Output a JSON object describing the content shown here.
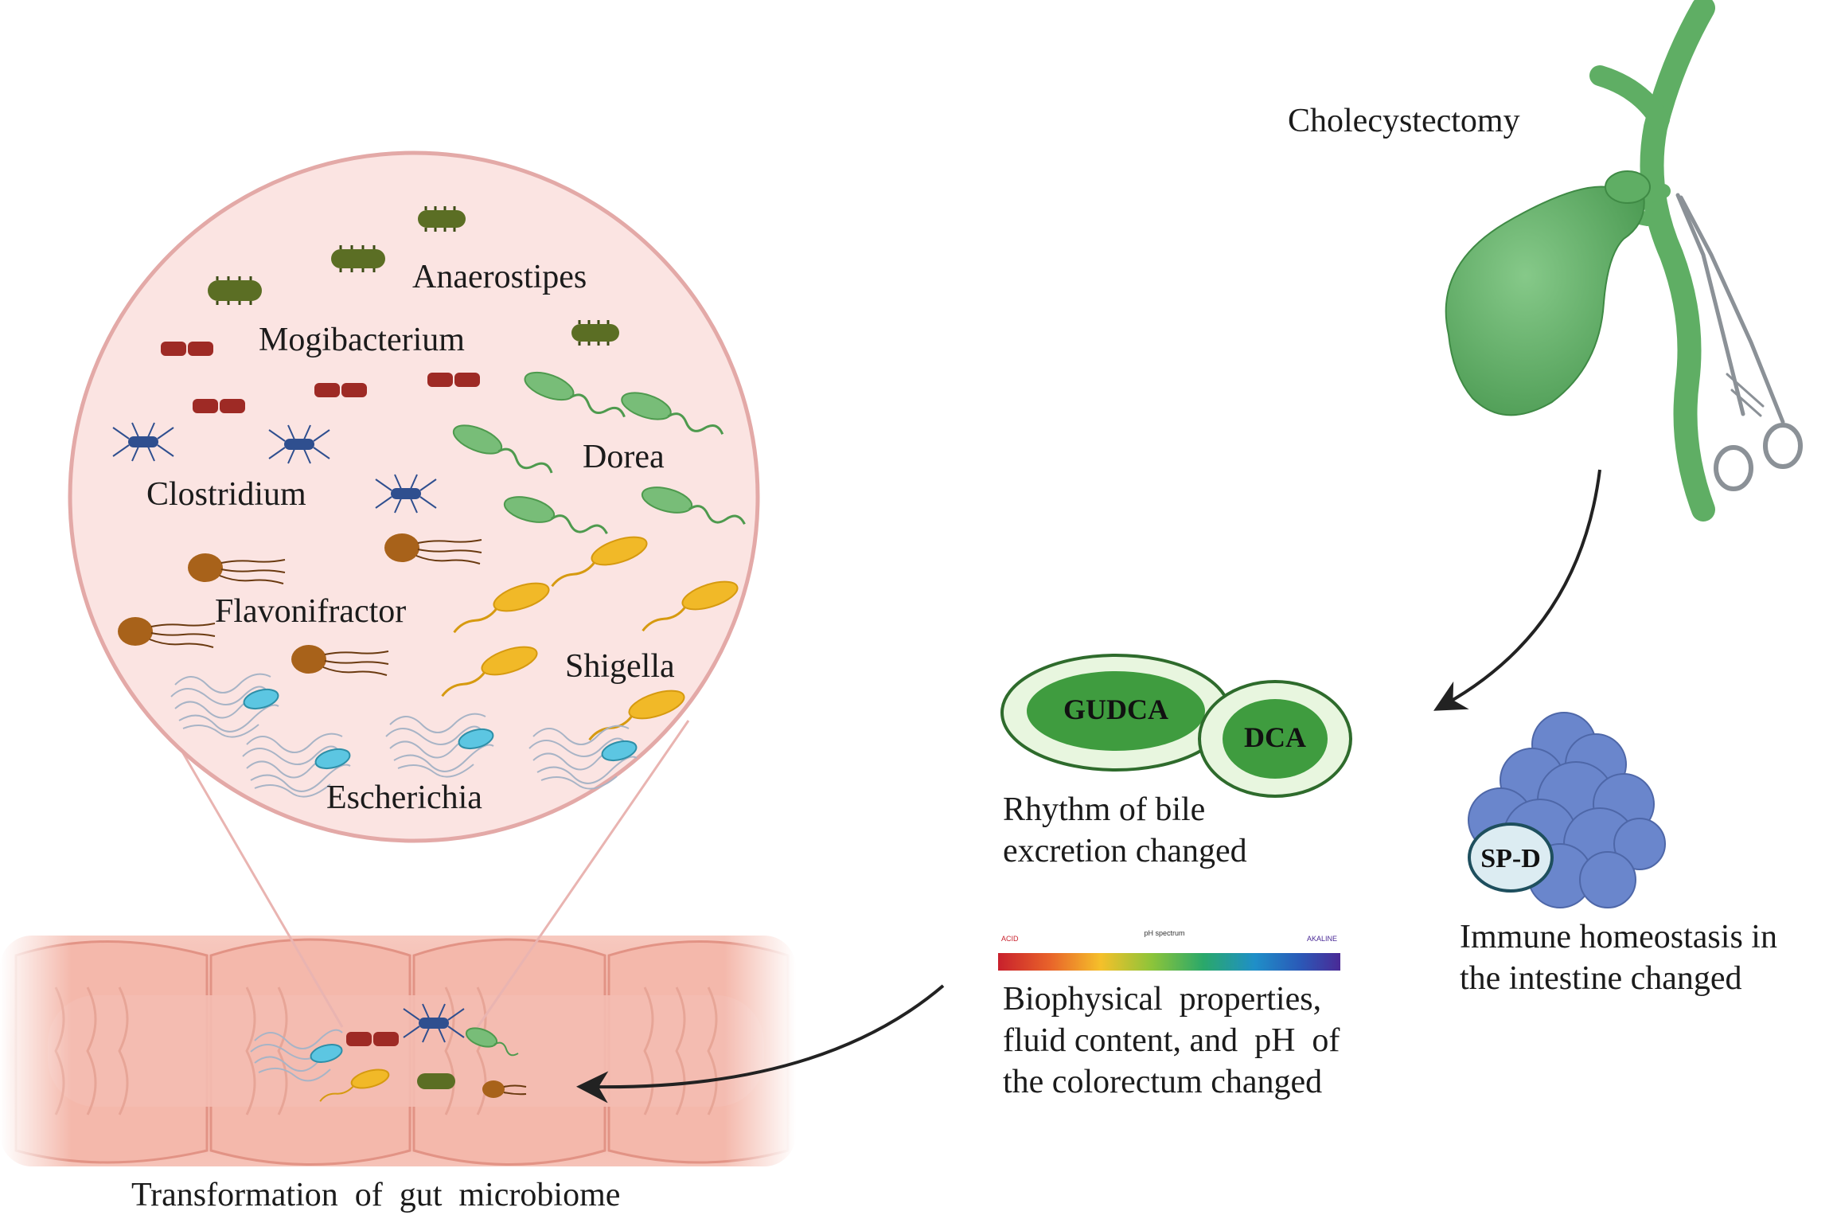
{
  "labels": {
    "procedure": "Cholecystectomy",
    "bacteria": [
      "Anaerostipes",
      "Mogibacterium",
      "Dorea",
      "Clostridium",
      "Flavonifractor",
      "Shigella",
      "Escherichia"
    ],
    "bile_acid_1": "GUDCA",
    "bile_acid_2": "DCA",
    "bile_rhythm": [
      "Rhythm of bile",
      "excretion changed"
    ],
    "surfactant": "SP-D",
    "immune": [
      "Immune homeostasis in",
      "the intestine changed"
    ],
    "ph_title": "pH spectrum",
    "ph_acid": "ACID",
    "ph_alkaline": "AKALINE",
    "biophysical": [
      "Biophysical  properties,",
      "fluid content, and  pH  of",
      "the colorectum changed"
    ],
    "gut": "Transformation  of  gut  microbiome"
  },
  "colors": {
    "gallbladder": "#5fae64",
    "bile_acid_fill": "#3f9c3f",
    "bile_acid_ring": "#e3f3d9",
    "bile_acid_outline": "#2e6b2c",
    "protein": "#6a86cc",
    "sp_d_fill": "#dcecf2",
    "magnifier_fill": "#fbe3e1",
    "magnifier_edge": "#e2a8a6",
    "colon": "#f2b2a5",
    "colon_dark": "#e08f81",
    "anaerostipes": "#5b6e24",
    "mogibacterium": "#9e2a25",
    "clostridium": "#2f4f8f",
    "dorea": "#78bd78",
    "flavonifractor": "#a8621a",
    "shigella": "#f1b928",
    "escherichia": "#5cc6e2"
  },
  "icons": [
    "gallbladder-icon",
    "surgical-clamp-icon",
    "protein-icon",
    "colon-icon",
    "magnifier-circle",
    "arrow-icon",
    "ph-spectrum-bar"
  ]
}
